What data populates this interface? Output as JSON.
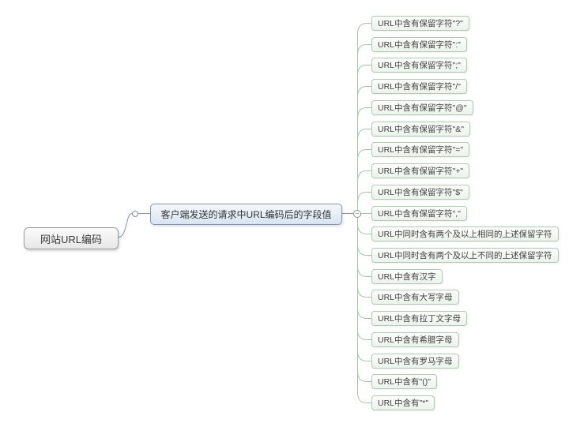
{
  "root": {
    "label": "网站URL编码"
  },
  "trunk": {
    "label": "客户端发送的请求中URL编码后的字段值"
  },
  "branches": [
    {
      "label": "URL中含有保留字符\"?\""
    },
    {
      "label": "URL中含有保留字符\":\""
    },
    {
      "label": "URL中含有保留字符\";\""
    },
    {
      "label": "URL中含有保留字符\"/\""
    },
    {
      "label": "URL中含有保留字符\"@\""
    },
    {
      "label": "URL中含有保留字符\"&\""
    },
    {
      "label": "URL中含有保留字符\"=\""
    },
    {
      "label": "URL中含有保留字符\"+\""
    },
    {
      "label": "URL中含有保留字符\"$\""
    },
    {
      "label": "URL中含有保留字符\",\""
    },
    {
      "label": "URL中同时含有两个及以上相同的上述保留字符"
    },
    {
      "label": "URL中同时含有两个及以上不同的上述保留字符"
    },
    {
      "label": "URL中含有汉字"
    },
    {
      "label": "URL中含有大写字母"
    },
    {
      "label": "URL中含有拉丁文字母"
    },
    {
      "label": "URL中含有希腊字母"
    },
    {
      "label": "URL中含有罗马字母"
    },
    {
      "label": "URL中含有\"()\""
    },
    {
      "label": "URL中含有\"*\""
    }
  ],
  "toggle": {
    "collapse_symbol": "−"
  },
  "colors": {
    "trunk_border": "#8095b6",
    "branch_border": "#b2c9b2",
    "connector_green": "#a8c2a8",
    "connector_blue": "#7e94b4",
    "root_border": "#9c9c9c"
  }
}
